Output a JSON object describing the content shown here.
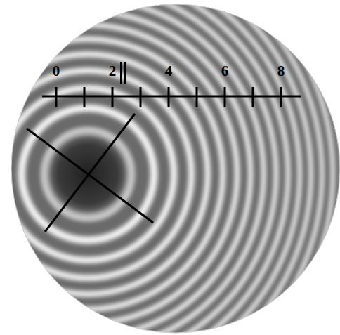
{
  "diagram": {
    "labels": [
      "0",
      "2",
      "4",
      "6",
      "8"
    ]
  }
}
